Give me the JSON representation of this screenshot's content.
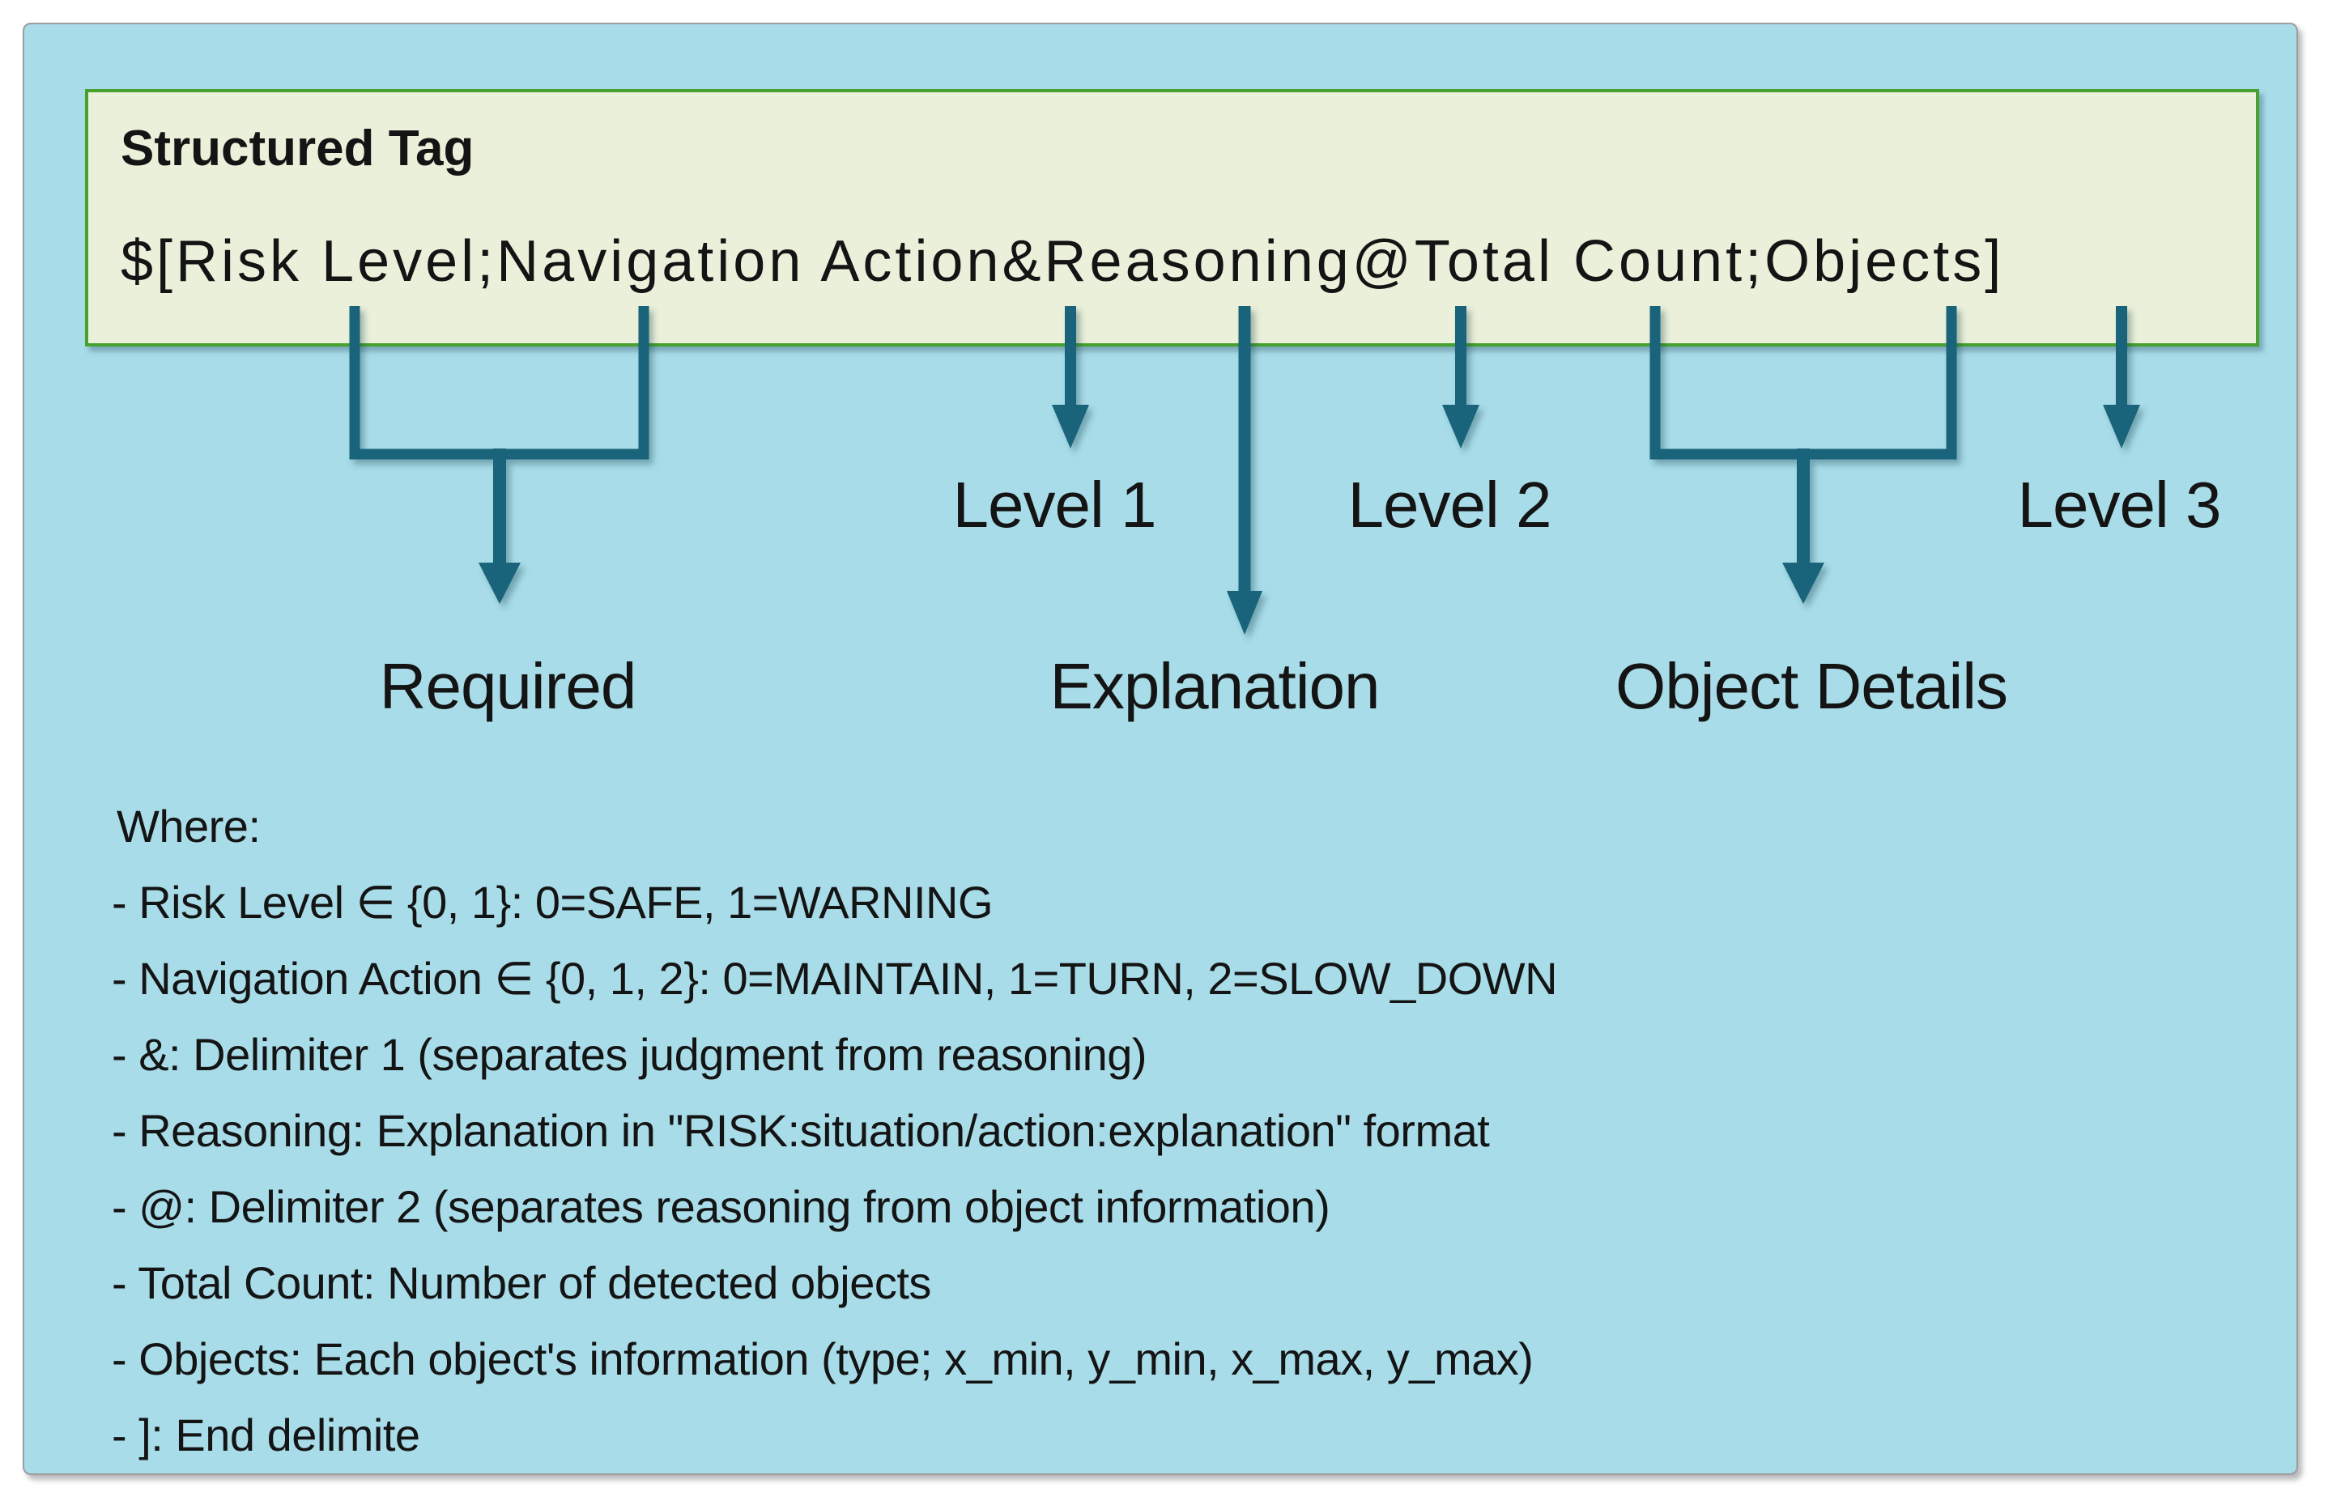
{
  "figure": {
    "tag_box": {
      "title": "Structured Tag",
      "tag_string": "$[Risk Level;Navigation Action&Reasoning@Total Count;Objects]"
    },
    "annotations": {
      "required": "Required",
      "level1": "Level 1",
      "level2": "Level 2",
      "level3": "Level 3",
      "explanation": "Explanation",
      "object_details": "Object Details"
    },
    "where": {
      "heading": "Where:",
      "items": [
        "- Risk Level ∈ {0, 1}: 0=SAFE, 1=WARNING",
        "- Navigation Action ∈ {0, 1, 2}: 0=MAINTAIN, 1=TURN, 2=SLOW_DOWN",
        "- &: Delimiter 1 (separates judgment from reasoning)",
        "- Reasoning: Explanation in \"RISK:situation/action:explanation\" format",
        "- @: Delimiter 2 (separates reasoning from object information)",
        "- Total Count: Number of detected objects",
        "- Objects: Each object's information (type; x_min, y_min, x_max, y_max)",
        "- ]: End delimite"
      ]
    },
    "colors": {
      "panel_bg": "#a8dce9",
      "box_bg": "#eaf0da",
      "box_border": "#46a12e",
      "arrow": "#19647a"
    }
  }
}
